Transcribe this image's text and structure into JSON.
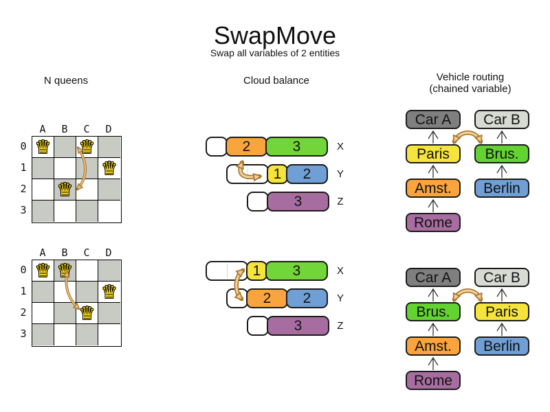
{
  "title": "SwapMove",
  "subtitle": "Swap all variables of 2 entities",
  "palette": {
    "orange": "#f9a43c",
    "green": "#72d539",
    "yellow": "#f5e43c",
    "blue": "#6f9fd4",
    "purple": "#a86da0",
    "car_a_gray": "#7f7f7f",
    "car_b_gray": "#d8dbd3",
    "board_dark_cell": "#c8cbc3",
    "queen_gold": "#f6d41a",
    "swap_arrow_fill": "#f2cf9b",
    "swap_arrow_stroke": "#a8762a"
  },
  "nqueens": {
    "heading": "N queens",
    "column_labels": [
      "A",
      "B",
      "C",
      "D"
    ],
    "row_labels": [
      "0",
      "1",
      "2",
      "3"
    ],
    "queen_glyph": "♛",
    "before": {
      "queens": [
        "A0",
        "C0",
        "D1",
        "B2"
      ],
      "arrow": {
        "from": "C0",
        "to": "B2"
      }
    },
    "after": {
      "queens": [
        "A0",
        "B0",
        "D1",
        "C2"
      ],
      "arrow": {
        "from": "B0",
        "to": "C2"
      }
    }
  },
  "cloud": {
    "heading": "Cloud balance",
    "row_labels": [
      "X",
      "Y",
      "Z"
    ],
    "before": {
      "rows": [
        {
          "label": "X",
          "segments": [
            {
              "color": "white",
              "units": 1,
              "value": ""
            },
            {
              "color": "orange",
              "units": 2,
              "value": "2"
            },
            {
              "color": "green",
              "units": 3,
              "value": "3"
            }
          ]
        },
        {
          "label": "Y",
          "segments": [
            {
              "color": "white",
              "units": 2,
              "value": ""
            },
            {
              "color": "yellow",
              "units": 1,
              "value": "1"
            },
            {
              "color": "blue",
              "units": 2,
              "value": "2"
            }
          ]
        },
        {
          "label": "Z",
          "segments": [
            {
              "color": "white",
              "units": 1,
              "value": ""
            },
            {
              "color": "purple",
              "units": 3,
              "value": "3"
            }
          ]
        }
      ],
      "arrow": {
        "from": "X.orange-2",
        "to": "Y.yellow-1"
      }
    },
    "after": {
      "rows": [
        {
          "label": "X",
          "segments": [
            {
              "color": "white",
              "units": 2,
              "value": ""
            },
            {
              "color": "yellow",
              "units": 1,
              "value": "1"
            },
            {
              "color": "green",
              "units": 3,
              "value": "3"
            }
          ]
        },
        {
          "label": "Y",
          "segments": [
            {
              "color": "white",
              "units": 1,
              "value": ""
            },
            {
              "color": "orange",
              "units": 2,
              "value": "2"
            },
            {
              "color": "blue",
              "units": 2,
              "value": "2"
            }
          ]
        },
        {
          "label": "Z",
          "segments": [
            {
              "color": "white",
              "units": 1,
              "value": ""
            },
            {
              "color": "purple",
              "units": 3,
              "value": "3"
            }
          ]
        }
      ],
      "arrow": {
        "from": "X.yellow-1",
        "to": "Y.orange-2"
      }
    }
  },
  "vehicle": {
    "heading": "Vehicle routing",
    "subheading": "(chained variable)",
    "before": {
      "left_chain": [
        "Car A",
        "Paris",
        "Amst.",
        "Rome"
      ],
      "right_chain": [
        "Car B",
        "Brus.",
        "Berlin"
      ],
      "arrow": {
        "from": "Paris",
        "to": "Brus."
      }
    },
    "after": {
      "left_chain": [
        "Car A",
        "Brus.",
        "Amst.",
        "Rome"
      ],
      "right_chain": [
        "Car B",
        "Paris",
        "Berlin"
      ],
      "arrow": {
        "from": "Brus.",
        "to": "Paris"
      }
    }
  }
}
